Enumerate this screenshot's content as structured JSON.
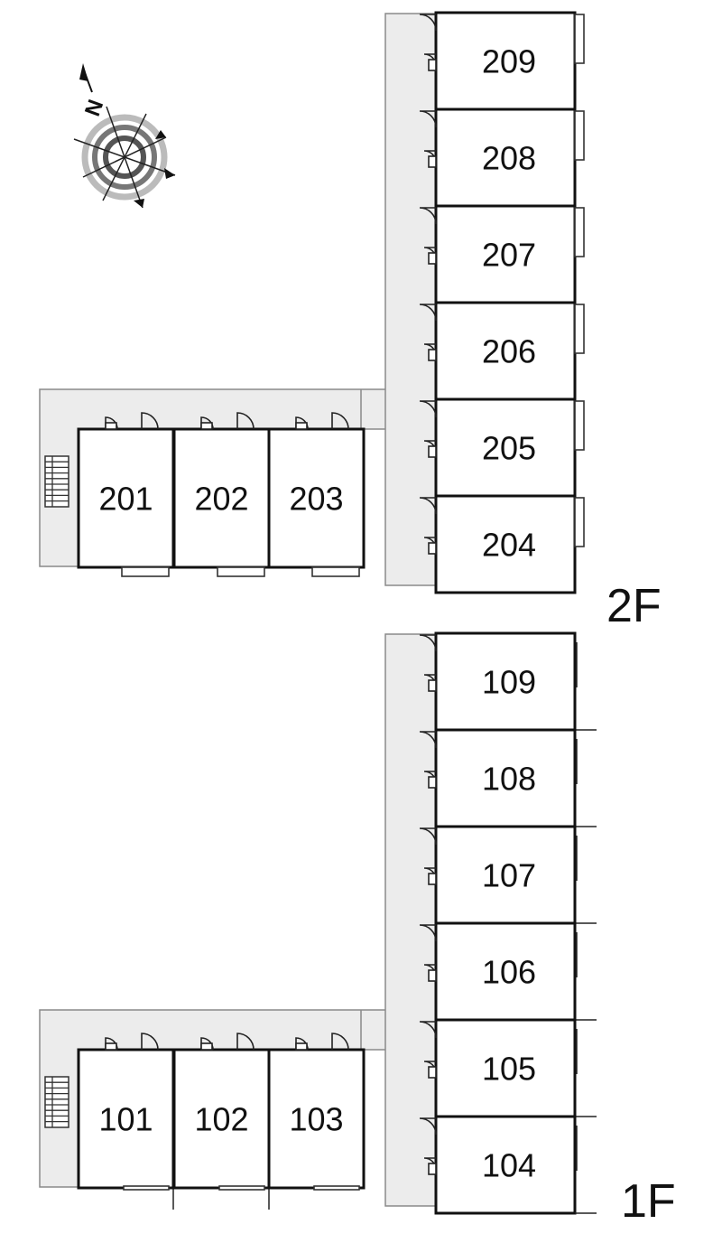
{
  "floors": [
    {
      "label": "2F",
      "units_row": [
        "201",
        "202",
        "203"
      ],
      "units_column": [
        "209",
        "208",
        "207",
        "206",
        "205",
        "204"
      ]
    },
    {
      "label": "1F",
      "units_row": [
        "101",
        "102",
        "103"
      ],
      "units_column": [
        "109",
        "108",
        "107",
        "106",
        "105",
        "104"
      ]
    }
  ],
  "compass": {
    "north_letter": "N"
  },
  "icons": [
    "compass-icon",
    "door-icon",
    "stair-icon",
    "balcony-icon"
  ]
}
